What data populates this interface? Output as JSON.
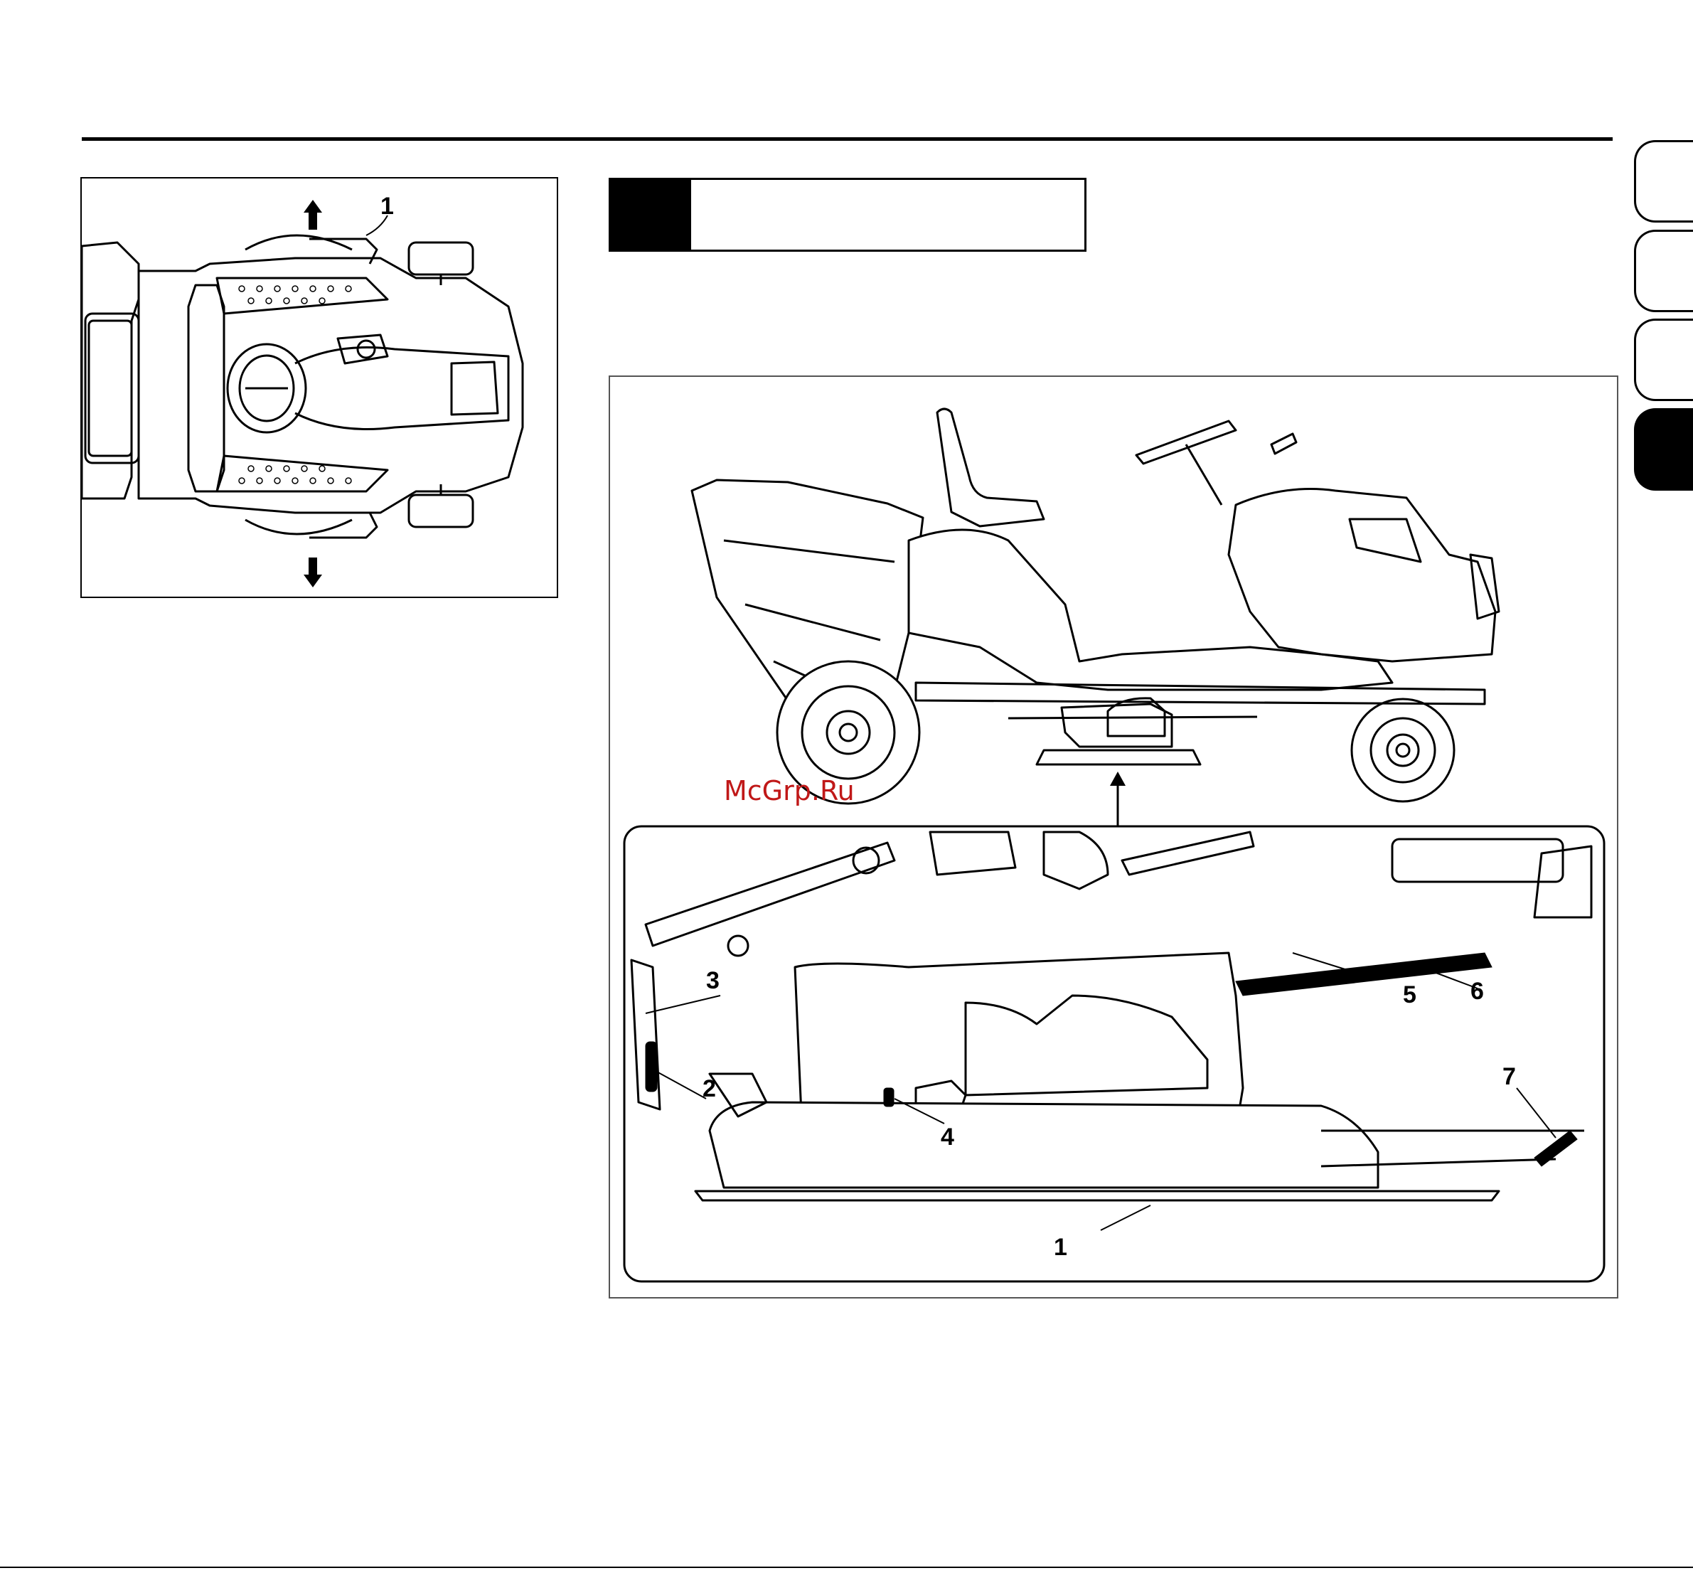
{
  "figure_top_view": {
    "callout_1": "1"
  },
  "figure_side_view": {
    "watermark": "McGrp.Ru",
    "callouts": [
      "1",
      "2",
      "3",
      "4",
      "5",
      "6",
      "7"
    ]
  },
  "colors": {
    "ink": "#000000",
    "watermark": "#c01818",
    "paper": "#ffffff"
  }
}
